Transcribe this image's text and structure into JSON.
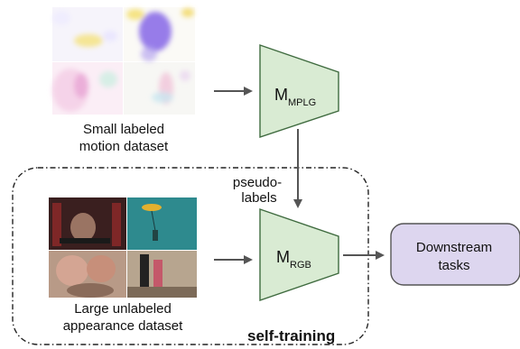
{
  "colors": {
    "model_fill": "#d9ebd3",
    "model_stroke": "#3f6b3f",
    "task_fill": "#ddd6ef",
    "task_stroke": "#555555",
    "arrow": "#555555",
    "dashed_box": "#222222"
  },
  "nodes": {
    "motion_dataset": {
      "label_line1": "Small labeled",
      "label_line2": "motion dataset"
    },
    "appearance_dataset": {
      "label_line1": "Large unlabeled",
      "label_line2": "appearance dataset"
    },
    "model_mplg": {
      "main": "M",
      "sub": "MPLG"
    },
    "model_rgb": {
      "main": "M",
      "sub": "RGB"
    },
    "downstream": {
      "line1": "Downstream",
      "line2": "tasks"
    }
  },
  "edges": {
    "pseudo_labels": {
      "line1": "pseudo-",
      "line2": "labels"
    }
  },
  "region": {
    "label": "self-training"
  }
}
